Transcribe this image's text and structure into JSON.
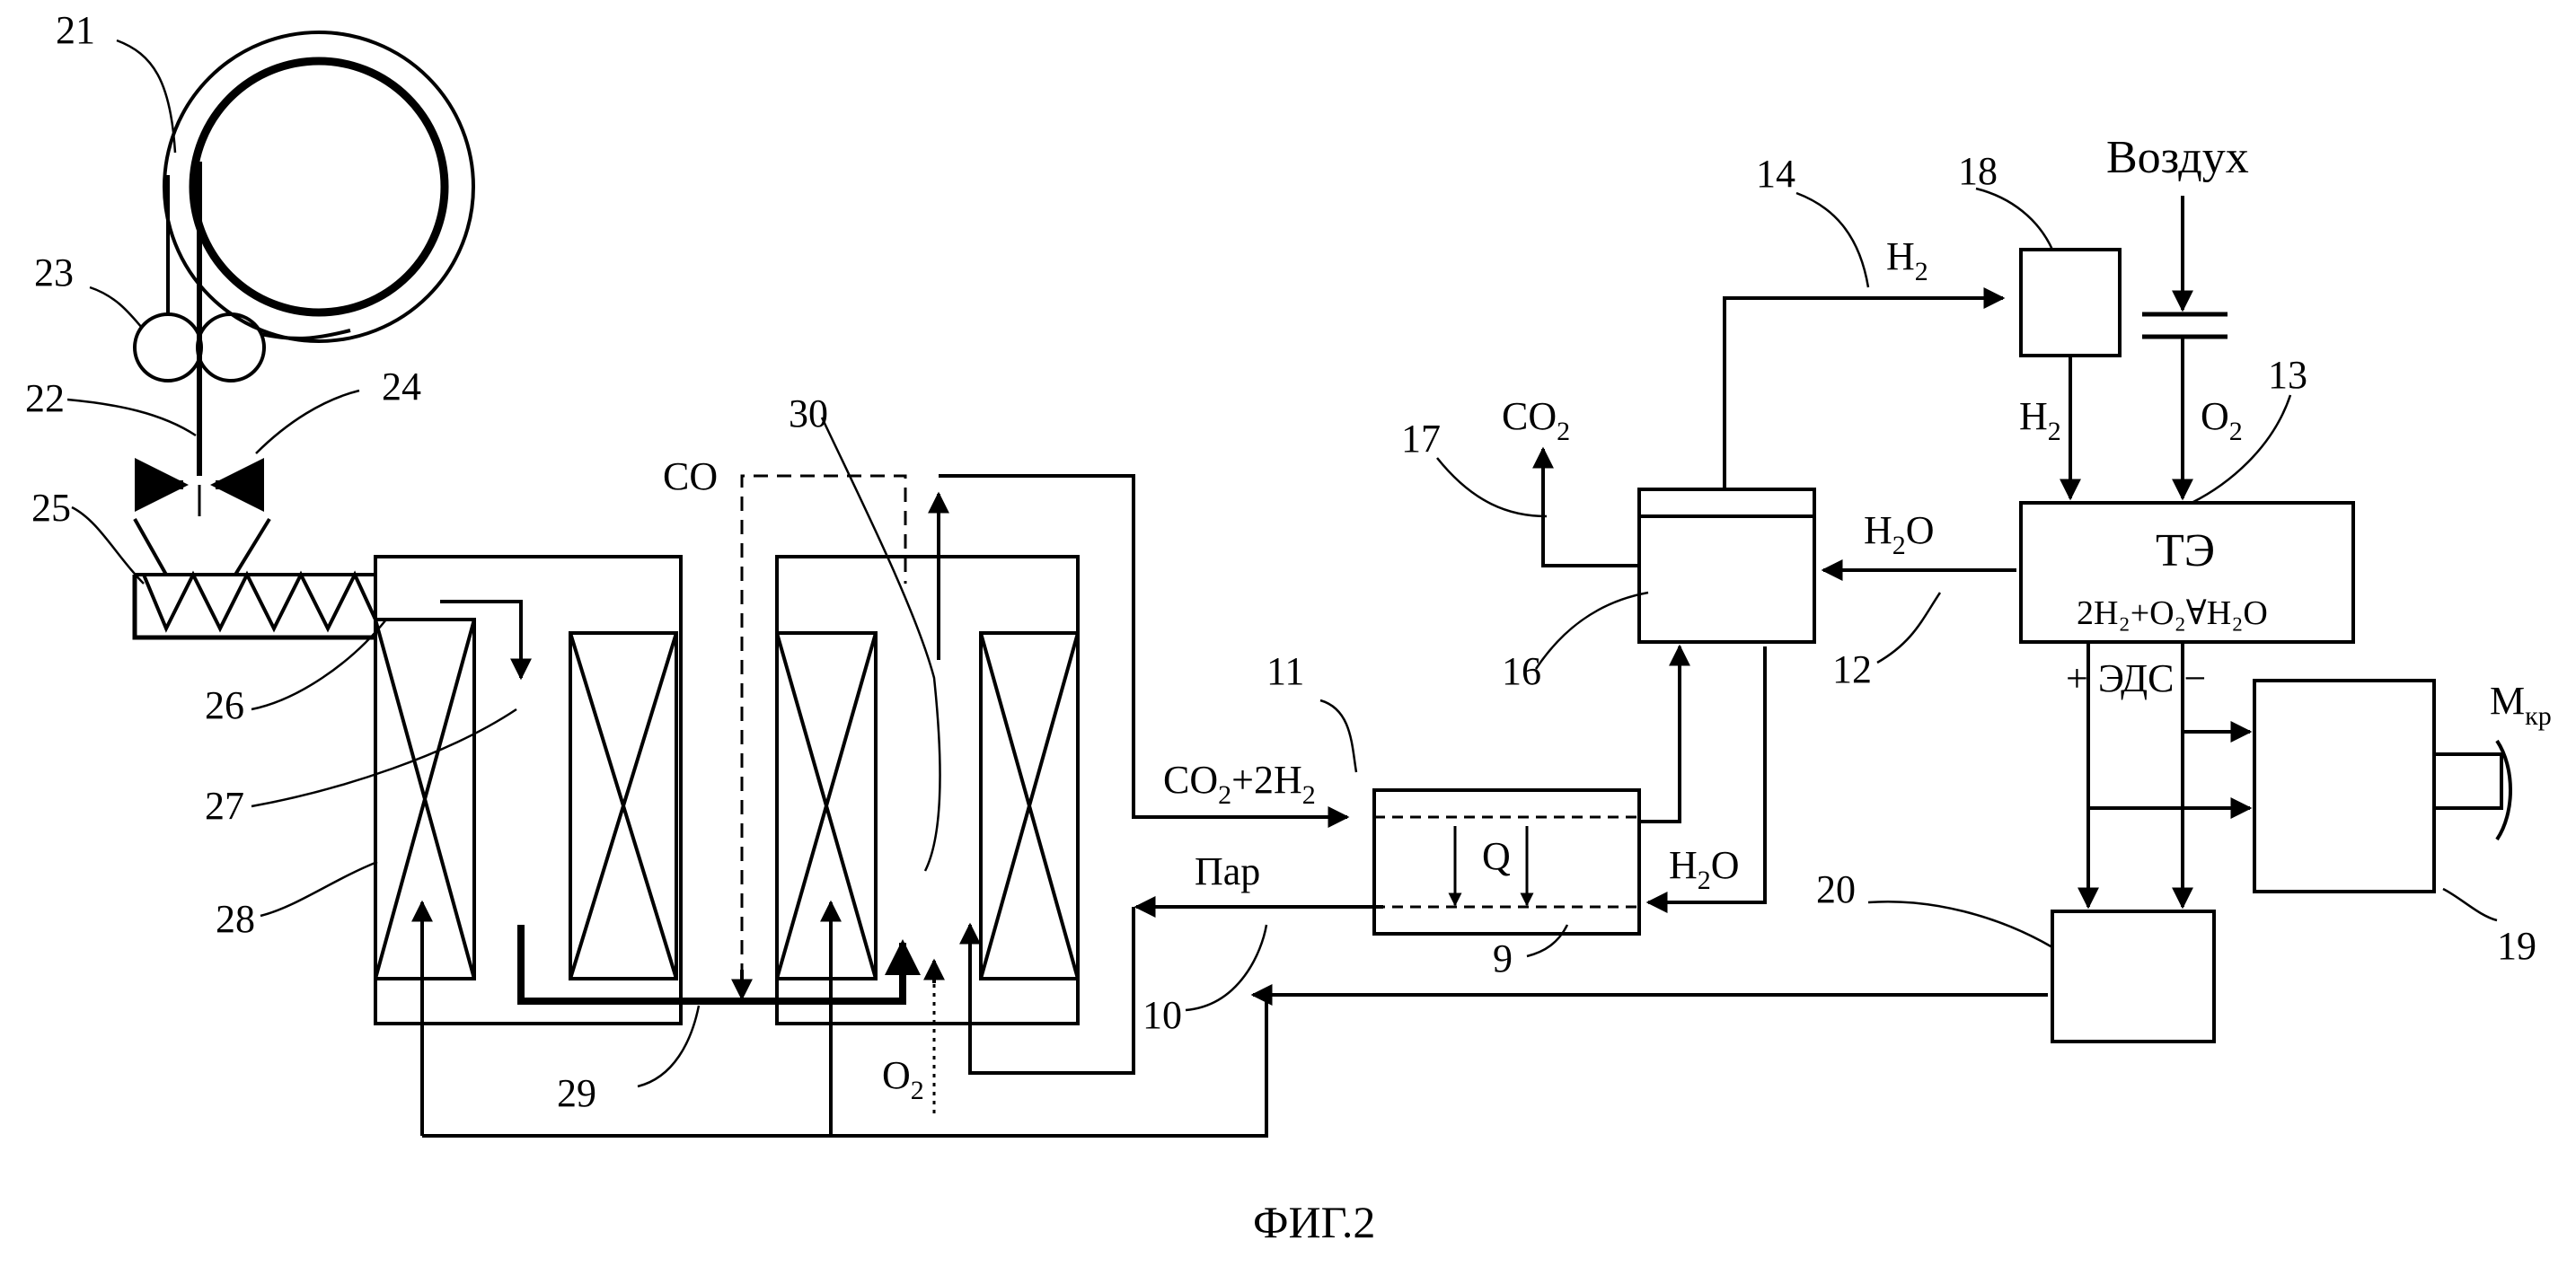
{
  "caption": "ФИГ.2",
  "numbers": {
    "n9": "9",
    "n10": "10",
    "n11": "11",
    "n12": "12",
    "n13": "13",
    "n14": "14",
    "n16": "16",
    "n17": "17",
    "n18": "18",
    "n19": "19",
    "n20": "20",
    "n21": "21",
    "n22": "22",
    "n23": "23",
    "n24": "24",
    "n25": "25",
    "n26": "26",
    "n27": "27",
    "n28": "28",
    "n29": "29",
    "n30": "30"
  },
  "labels": {
    "air": "Воздух",
    "co": "CO",
    "co2_top": "CO",
    "co2_top_sub": "2",
    "h2_line": "H",
    "h2_line_sub": "2",
    "h2_down": "H",
    "h2_down_sub": "2",
    "o2_down": "O",
    "o2_down_sub": "2",
    "h2o_fc": "H",
    "h2o_fc_sub": "2",
    "h2o_fc_end": "O",
    "h2o_hx": "H",
    "h2o_hx_sub": "2",
    "h2o_hx_end": "O",
    "fuel_cell": "ТЭ",
    "reaction": "2H₂+O₂∀H₂O",
    "emf": "+  ЭДС  −",
    "syngas_a": "CO",
    "syngas_sub1": "2",
    "syngas_b": "+2H",
    "syngas_sub2": "2",
    "steam": "Пар",
    "heat": "Q",
    "o2_bottom": "O",
    "o2_bottom_sub": "2",
    "torque": "М",
    "torque_sub": "кр"
  }
}
